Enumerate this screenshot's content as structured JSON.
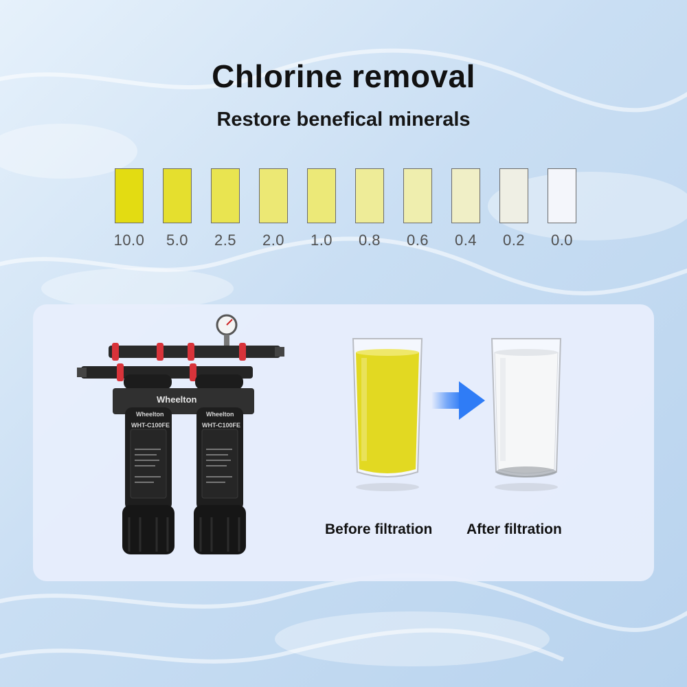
{
  "header": {
    "title": "Chlorine removal",
    "subtitle": "Restore benefical minerals"
  },
  "scale": {
    "items": [
      {
        "label": "10.0",
        "color": "#e3dc12"
      },
      {
        "label": "5.0",
        "color": "#e5df2e"
      },
      {
        "label": "2.5",
        "color": "#e9e450"
      },
      {
        "label": "2.0",
        "color": "#ece874"
      },
      {
        "label": "1.0",
        "color": "#ece978"
      },
      {
        "label": "0.8",
        "color": "#eeec98"
      },
      {
        "label": "0.6",
        "color": "#efeeae"
      },
      {
        "label": "0.4",
        "color": "#f0efc6"
      },
      {
        "label": "0.2",
        "color": "#efefe4"
      },
      {
        "label": "0.0",
        "color": "#f4f6fb"
      }
    ]
  },
  "product": {
    "brand_logo": "Wheelton",
    "model": "WHT-C100FE"
  },
  "comparison": {
    "before_label": "Before filtration",
    "after_label": "After filtration",
    "before_color": "#e2d922",
    "after_color": "#f6f7f8",
    "arrow_color": "#2f7cf6"
  }
}
